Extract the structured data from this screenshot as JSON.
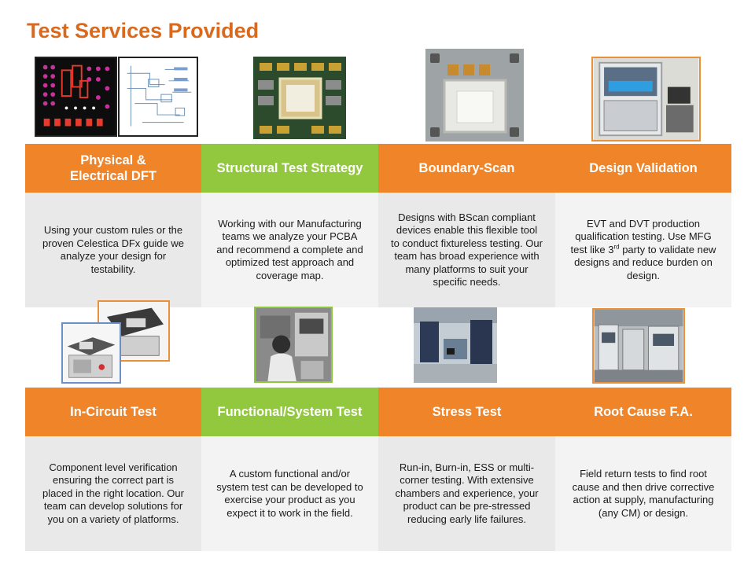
{
  "title": "Test Services Provided",
  "colors": {
    "title": "#d9691c",
    "orange": "#f08428",
    "green": "#92c83e",
    "cell": "#e9e9e9"
  },
  "row1": [
    {
      "header": "Physical &\nElectrical DFT",
      "body": "Using your custom rules or the proven Celestica DFx guide we analyze your design for testability."
    },
    {
      "header": "Structural Test Strategy",
      "body": "Working with our Manufacturing teams we analyze your PCBA and recommend a complete and optimized test approach and coverage map."
    },
    {
      "header": "Boundary-Scan",
      "body": "Designs with BScan compliant devices enable this flexible tool to conduct fixtureless testing. Our team has broad experience with many platforms to suit your specific needs."
    },
    {
      "header": "Design Validation",
      "body_a": "EVT and DVT production qualification testing.  Use MFG test like 3",
      "body_sup": "rd",
      "body_b": " party to validate new designs and reduce burden on design."
    }
  ],
  "row2": [
    {
      "header": "In-Circuit Test",
      "body": "Component level verification ensuring the correct part is placed in the right location. Our team can develop solutions for you on a variety of platforms."
    },
    {
      "header": "Functional/System Test",
      "body": "A custom functional and/or system test can be developed to exercise your product as you expect it to work in the field."
    },
    {
      "header": "Stress Test",
      "body": "Run-in, Burn-in, ESS or multi-corner testing.  With extensive chambers and experience, your product can be pre-stressed reducing early life failures."
    },
    {
      "header": "Root Cause F.A.",
      "body": "Field return tests to find root cause and then drive corrective action at supply, manufacturing (any CM) or design."
    }
  ],
  "images": [
    "pcb-layout-photo",
    "schematic-photo",
    "circuit-board-photo",
    "bga-chip-photo",
    "test-equipment-photo",
    "ict-tester-photo",
    "ict-fixture-photo",
    "technician-photo",
    "stress-chamber-photo",
    "lab-floor-photo"
  ]
}
